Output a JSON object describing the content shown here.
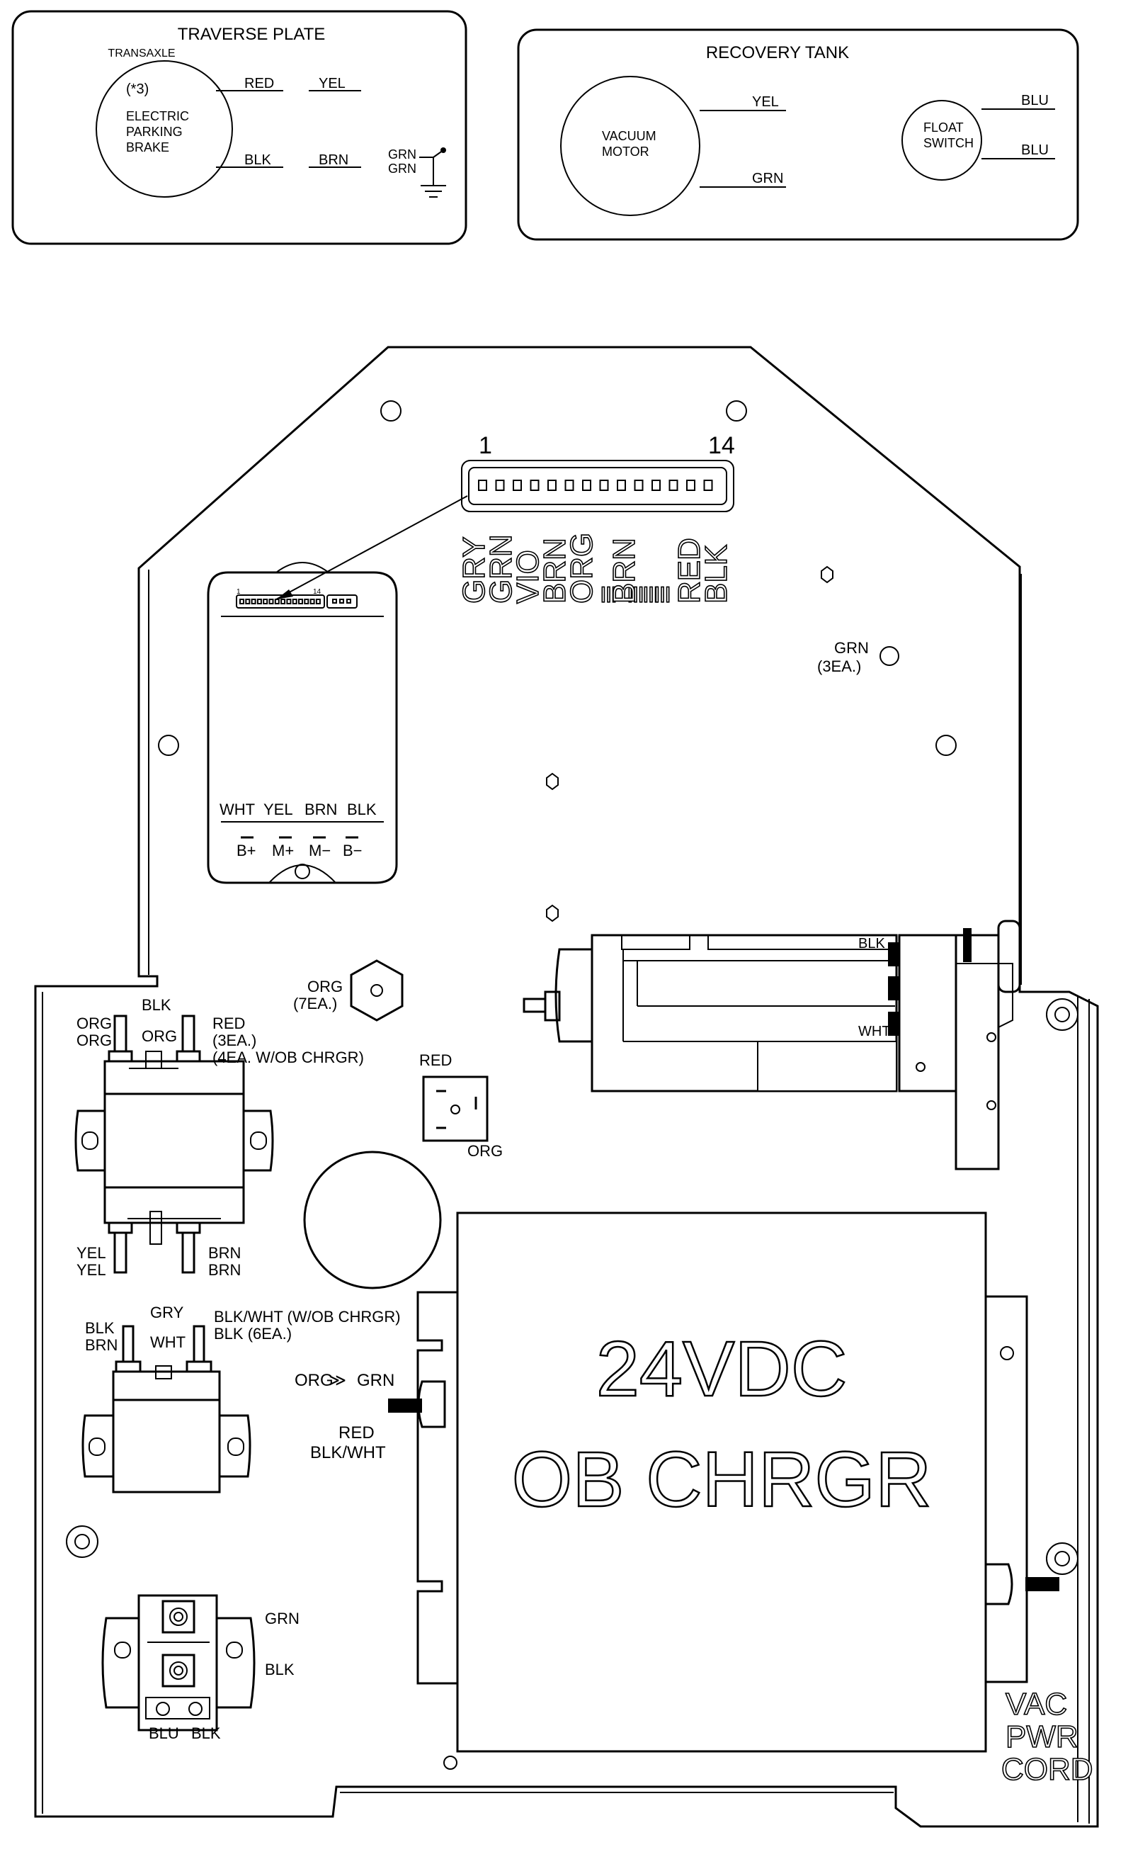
{
  "traverse_plate": {
    "title": "TRAVERSE PLATE",
    "transaxle_label": "TRANSAXLE",
    "brake_note": "(*3)",
    "brake_lines": [
      "ELECTRIC",
      "PARKING",
      "BRAKE"
    ],
    "wire_red": "RED",
    "wire_yel": "YEL",
    "wire_blk": "BLK",
    "wire_brn": "BRN",
    "ground_1": "GRN",
    "ground_2": "GRN"
  },
  "recovery_tank": {
    "title": "RECOVERY TANK",
    "vacuum_lines": [
      "VACUUM",
      "MOTOR"
    ],
    "wire_yel": "YEL",
    "wire_grn": "GRN",
    "float_lines": [
      "FLOAT",
      "SWITCH"
    ],
    "float_wire_1": "BLU",
    "float_wire_2": "BLU"
  },
  "main_panel": {
    "connector_pin_first": "1",
    "connector_pin_last": "14",
    "connector_wires": [
      "GRY",
      "GRN",
      "VIO",
      "BRN",
      "ORG",
      "≡",
      "≡",
      "BRN",
      "≡",
      "≡",
      "RED",
      "BLK"
    ],
    "controller": {
      "pin_first": "1",
      "pin_last": "14",
      "wire_labels": [
        "WHT",
        "YEL",
        "BRN",
        "BLK"
      ],
      "terminals": [
        "B+",
        "M+",
        "M−",
        "B−"
      ]
    },
    "ground_note": [
      "GRN",
      "(3EA.)"
    ],
    "ground_stud": [
      "ORG",
      "(7EA.)"
    ],
    "relay_top": {
      "left_wires": [
        "ORG",
        "ORG"
      ],
      "top_wire": "BLK",
      "center_wire": "ORG",
      "right_wires": [
        "RED",
        "(3EA.)",
        "(4EA. W/OB CHRGR)"
      ],
      "bottom_left": [
        "YEL",
        "YEL"
      ],
      "bottom_right": [
        "BRN",
        "BRN"
      ]
    },
    "diode": {
      "top": "RED",
      "bottom": "ORG"
    },
    "relay_mid": {
      "left_wires": [
        "BLK",
        "BRN"
      ],
      "top_wire": "GRY",
      "center_wire": "WHT",
      "right_wires": [
        "BLK/WHT (W/OB CHRGR)",
        "BLK (6EA.)"
      ]
    },
    "relay_bottom": {
      "right_top": "GRN",
      "right_bottom": "BLK",
      "bottom_left": "BLU",
      "bottom_right": "BLK"
    },
    "motor_switch": {
      "top": "BLK",
      "bottom": "WHT"
    },
    "charger_conn": {
      "label": "ORG",
      "arrow": "≫",
      "label_2": "GRN",
      "below": [
        "RED",
        "BLK/WHT"
      ]
    },
    "charger": {
      "line_1": "24VDC",
      "line_2": "OB CHRGR"
    },
    "vac_cord": [
      "VAC",
      "PWR",
      "CORD"
    ]
  }
}
